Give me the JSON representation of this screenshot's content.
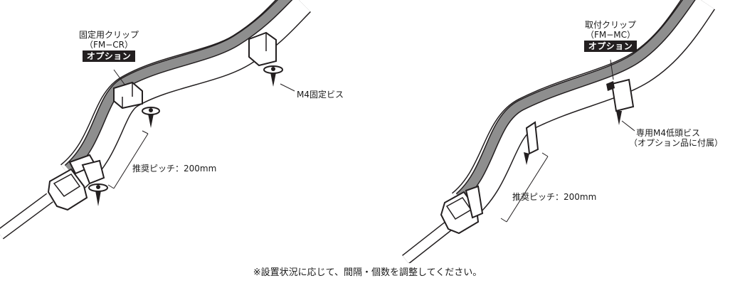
{
  "left": {
    "clip_name": "固定用クリップ",
    "clip_model": "（FM−CR）",
    "option_badge": "オプション",
    "screw_label": "M4固定ビス",
    "pitch_label": "推奨ピッチ：200mm"
  },
  "right": {
    "clip_name": "取付クリップ",
    "clip_model": "（FM−MC）",
    "option_badge": "オプション",
    "screw_label_line1": "専用M4低頭ビス",
    "screw_label_line2": "（オプション品に付属）",
    "pitch_label": "推奨ピッチ：200mm"
  },
  "footnote": "※設置状況に応じて、間隔・個数を調整してください。",
  "colors": {
    "line": "#231f20",
    "tape_gray": "#8e8e8e",
    "badge_bg": "#231f20",
    "badge_text": "#ffffff"
  }
}
